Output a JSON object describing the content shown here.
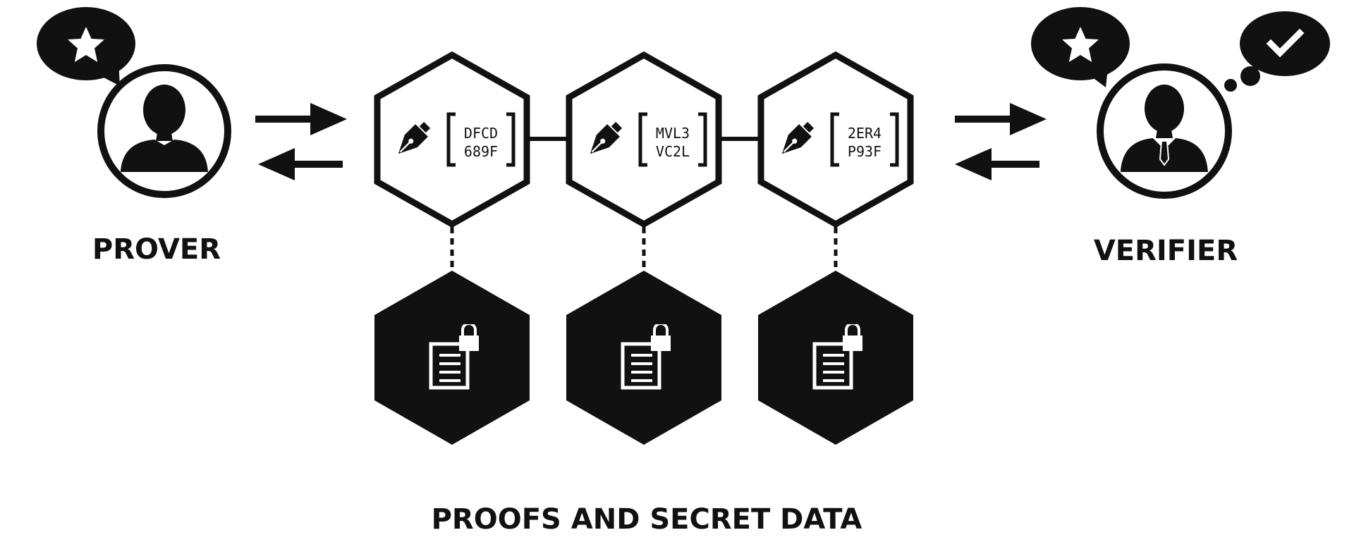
{
  "actors": {
    "prover": {
      "label": "PROVER",
      "bubble_icon": "star-icon",
      "avatar_icon": "person-icon"
    },
    "verifier": {
      "label": "VERIFIER",
      "bubble_icon": "star-icon",
      "thought_icon": "checkmark-icon",
      "avatar_icon": "businessman-icon"
    }
  },
  "proofs": [
    {
      "icon": "pen-nib-icon",
      "code_line1": "DFCD",
      "code_line2": "689F"
    },
    {
      "icon": "pen-nib-icon",
      "code_line1": "MVL3",
      "code_line2": "VC2L"
    },
    {
      "icon": "pen-nib-icon",
      "code_line1": "2ER4",
      "code_line2": "P93F"
    }
  ],
  "secrets": [
    {
      "icon": "locked-document-icon"
    },
    {
      "icon": "locked-document-icon"
    },
    {
      "icon": "locked-document-icon"
    }
  ],
  "caption": "PROOFS AND SECRET DATA",
  "colors": {
    "ink": "#111111",
    "background": "#ffffff"
  }
}
